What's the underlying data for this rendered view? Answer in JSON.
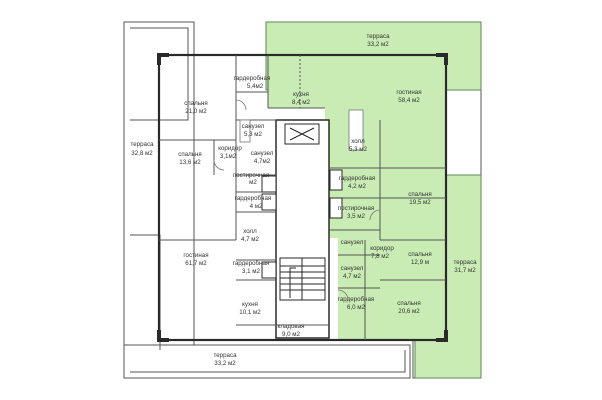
{
  "colors": {
    "background": "#ffffff",
    "highlight": "#c9ecb5",
    "highlight_stroke": "#5a8a50",
    "wall": "#2a2a2a",
    "line": "#555555",
    "text": "#333333"
  },
  "rooms": [
    {
      "id": "terrace-top",
      "name": "терраса",
      "area": "33,2 м2"
    },
    {
      "id": "kitchen-right",
      "name": "кухня",
      "area": "8,4 м2"
    },
    {
      "id": "living-right",
      "name": "гостиная",
      "area": "58,4 м2"
    },
    {
      "id": "wardrobe-top-left",
      "name": "гардеробная",
      "area": "5,4м2"
    },
    {
      "id": "bedroom-top-left",
      "name": "спальня",
      "area": "21,0 м2"
    },
    {
      "id": "bath-left-1",
      "name": "санузел",
      "area": "5,3 м2"
    },
    {
      "id": "hall-right",
      "name": "холл",
      "area": "5,3 м2"
    },
    {
      "id": "terrace-left",
      "name": "терраса",
      "area": "32,8 м2"
    },
    {
      "id": "corridor-left",
      "name": "коридор",
      "area": "3,1м2"
    },
    {
      "id": "bath-left-2",
      "name": "санузел",
      "area": "4,7м2"
    },
    {
      "id": "bedroom-left-small",
      "name": "спальня",
      "area": "13,6 м2"
    },
    {
      "id": "wardrobe-right-1",
      "name": "гардеробная",
      "area": "4,2 м2"
    },
    {
      "id": "bedroom-right-1",
      "name": "спальня",
      "area": "19,5 м2"
    },
    {
      "id": "laundry-left",
      "name": "постирочная",
      "area": "м2"
    },
    {
      "id": "wardrobe-left-2",
      "name": "гардеробная",
      "area": "4 м2"
    },
    {
      "id": "laundry-right",
      "name": "постирочная",
      "area": "3,5 м2"
    },
    {
      "id": "hall-left",
      "name": "холл",
      "area": "4,7 м2"
    },
    {
      "id": "bath-right-1",
      "name": "санузел",
      "area": ""
    },
    {
      "id": "corridor-right",
      "name": "коридор",
      "area": "7,8 м2"
    },
    {
      "id": "bedroom-right-2",
      "name": "спальня",
      "area": "12,9 м"
    },
    {
      "id": "terrace-right",
      "name": "терраса",
      "area": "31,7 м2"
    },
    {
      "id": "living-left",
      "name": "гостиная",
      "area": "61,7 м2"
    },
    {
      "id": "wardrobe-left-3",
      "name": "гардеробная",
      "area": "3,1 м2"
    },
    {
      "id": "bath-right-2",
      "name": "санузел",
      "area": "4,7 м2"
    },
    {
      "id": "wardrobe-right-2",
      "name": "гардеробная",
      "area": "6,0 м2"
    },
    {
      "id": "bedroom-right-3",
      "name": "спальня",
      "area": "20,6 м2"
    },
    {
      "id": "kitchen-left",
      "name": "кухня",
      "area": "10,1 м2"
    },
    {
      "id": "storage",
      "name": "кладовая",
      "area": "9,0 м2"
    },
    {
      "id": "terrace-bottom",
      "name": "терраса",
      "area": "33,2 м2"
    }
  ]
}
